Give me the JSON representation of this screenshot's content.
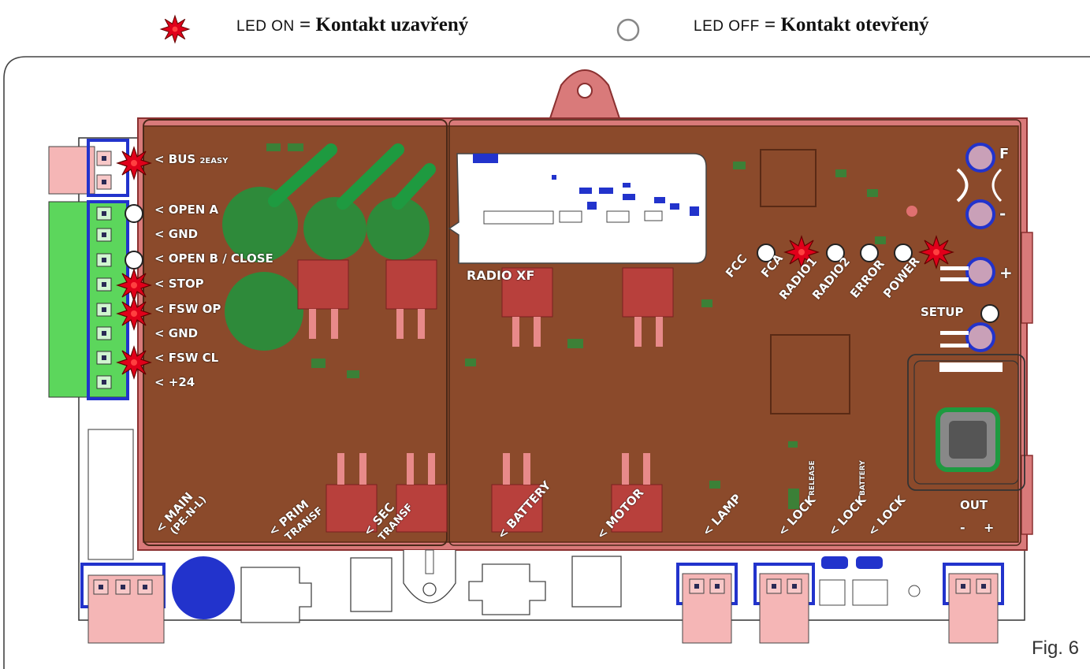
{
  "legend": {
    "on_led_word": "LED ON",
    "on_desc": "= Kontakt uzavřený",
    "off_led_word": "LED OFF",
    "off_desc": "= Kontakt otevřený"
  },
  "figure_label": "Fig. 6",
  "terminals": [
    {
      "label": "< BUS",
      "suffix": "2EASY",
      "led": "on"
    },
    {
      "label": "< OPEN A",
      "led": "off"
    },
    {
      "label": "< GND",
      "led": "none"
    },
    {
      "label": "< OPEN B / CLOSE",
      "led": "off"
    },
    {
      "label": "< STOP",
      "led": "on"
    },
    {
      "label": "< FSW OP",
      "led": "on"
    },
    {
      "label": "< GND",
      "led": "none"
    },
    {
      "label": "< FSW CL",
      "led": "on"
    },
    {
      "label": "< +24",
      "led": "none"
    }
  ],
  "status_leds": [
    {
      "label": "FCC",
      "led": "off"
    },
    {
      "label": "FCA",
      "led": "on"
    },
    {
      "label": "RADIO1",
      "led": "off"
    },
    {
      "label": "RADIO2",
      "led": "off"
    },
    {
      "label": "ERROR",
      "led": "off"
    },
    {
      "label": "POWER",
      "led": "on"
    }
  ],
  "setup": {
    "label": "SETUP",
    "led": "off"
  },
  "radio_label": "RADIO XF",
  "right_terminals": {
    "f": "F",
    "minus": "-",
    "plus": "+"
  },
  "bottom_labels": {
    "main": "< MAIN",
    "main_sub": "(PE-N-L)",
    "prim": "< PRIM",
    "prim_sub": "TRANSF",
    "sec": "< SEC",
    "sec_sub": "TRANSF",
    "battery": "< BATTERY",
    "motor": "< MOTOR",
    "lamp": "< LAMP",
    "lock1": "< LOCK",
    "lock1_tag": "RELEASE",
    "lock2": "< LOCK",
    "lock2_tag": "BATTERY",
    "lock3": "< LOCK"
  },
  "out": {
    "label": "OUT",
    "minus": "-",
    "plus": "+"
  },
  "colors": {
    "board": "#8b4a2b",
    "case_red": "#d97a7a",
    "terminal_green": "#5cd65c",
    "connector_pink": "#f5b6b6",
    "led_on": "#e0001a",
    "component_green": "#1e8f3a",
    "chip_red": "#b8403c",
    "pad_pink": "#e88a8a",
    "blue": "#2233cc"
  }
}
